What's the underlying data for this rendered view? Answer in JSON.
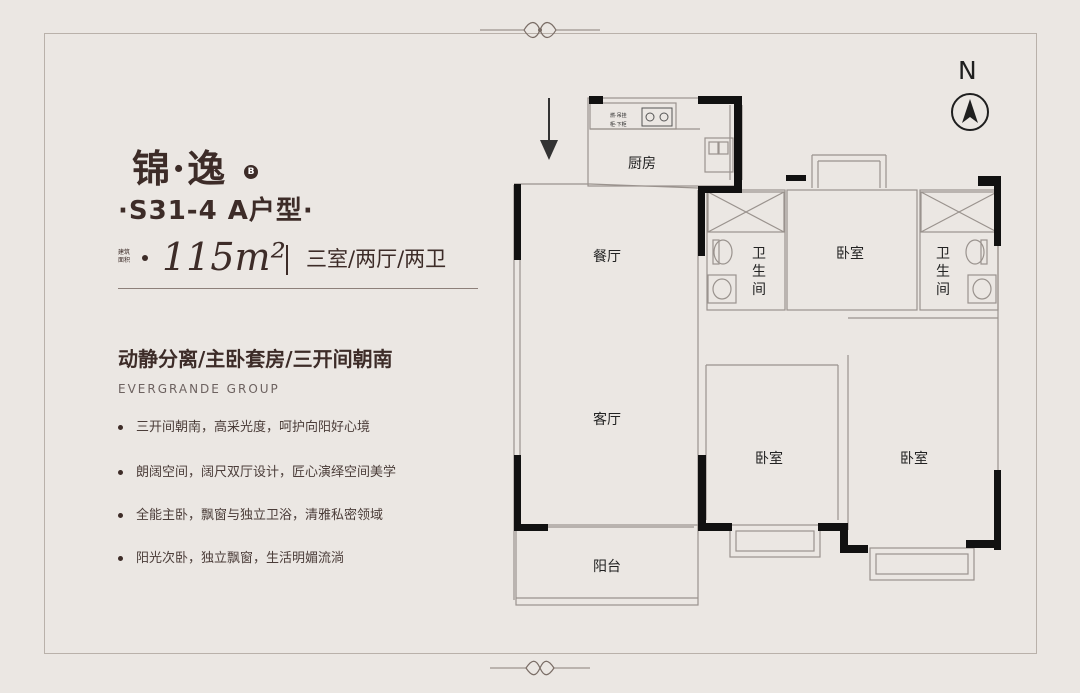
{
  "title": "锦·逸",
  "title_mark": "B",
  "model": "·S31-4 A户型·",
  "area": {
    "tag_lines": [
      "建筑",
      "面积"
    ],
    "value": "115m²",
    "rooms": "三室/两厅/两卫"
  },
  "tagline": "动静分离/主卧套房/三开间朝南",
  "brand": "EVERGRANDE GROUP",
  "features": [
    "三开间朝南，高采光度，呵护向阳好心境",
    "朗阔空间，阔尺双厅设计，匠心演绎空间美学",
    "全能主卧，飘窗与独立卫浴，清雅私密领域",
    "阳光次卧，独立飘窗，生活明媚流淌"
  ],
  "compass": {
    "letter": "N"
  },
  "plan": {
    "rooms": {
      "kitchen": "厨房",
      "dining": "餐厅",
      "living": "客厅",
      "balcony": "阳台",
      "bedroom_north": "卧室",
      "bedroom_middle": "卧室",
      "bedroom_master": "卧室",
      "bath_left": "卫生间",
      "bath_right": "卫生间"
    },
    "kitchen_labels": [
      "燃·吊挂",
      "柜·下柜"
    ]
  },
  "colors": {
    "background": "#ebe7e3",
    "text": "#3d2c28",
    "wall": "#111111",
    "line": "#9a938e"
  }
}
